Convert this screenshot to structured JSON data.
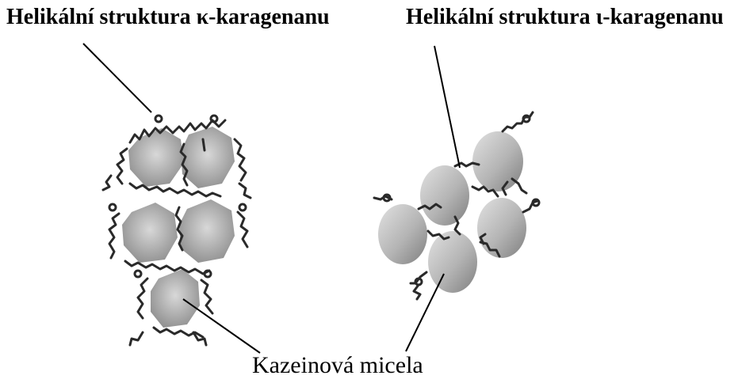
{
  "labels": {
    "kappa": "Helikální struktura κ-karagenanu",
    "iota": "Helikální struktura ι-karagenanu",
    "casein": "Kazeinová micela"
  },
  "colors": {
    "micelle_light": "#d4d4d4",
    "micelle_dark": "#8a8a8a",
    "helix": "#2a2a2a",
    "line": "#000000"
  }
}
